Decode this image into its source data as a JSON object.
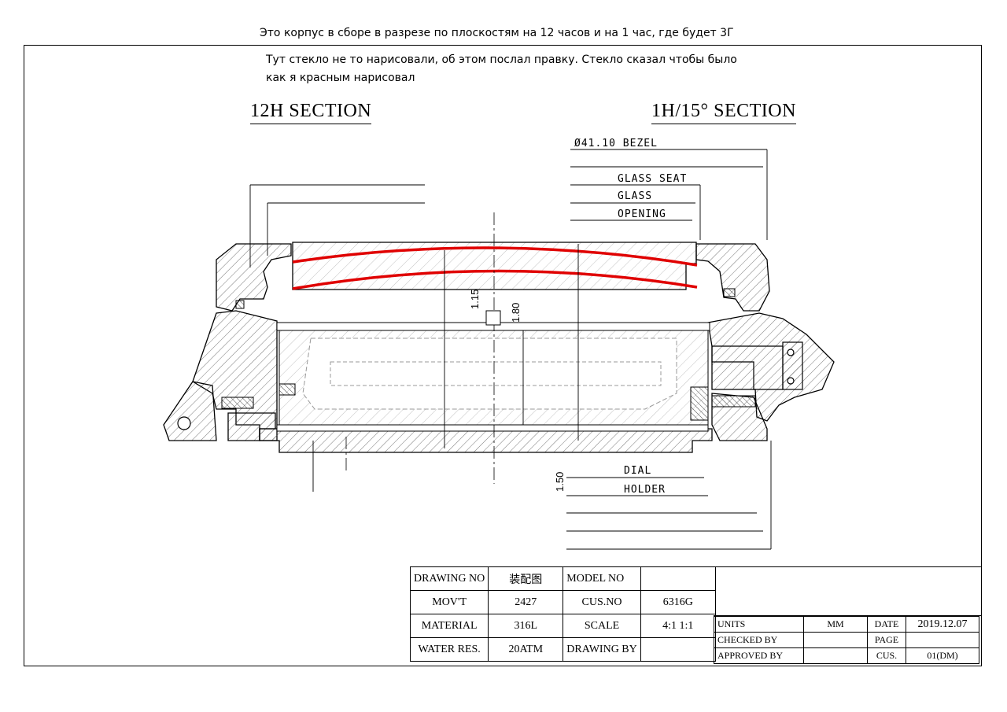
{
  "notes": {
    "top": "Это корпус в сборе в разрезе по плоскостям на 12 часов и на 1 час, где будет 3Г",
    "glass_line1": "Тут стекло не то нарисовали, об этом послал правку. Стекло сказал чтобы было",
    "glass_line2": "как я красным нарисовал"
  },
  "sections": {
    "left_title": "12H SECTION",
    "right_title": "1H/15°  SECTION"
  },
  "labels": {
    "bezel": "Ø41.10 BEZEL",
    "glass_seat": "GLASS SEAT",
    "glass": "GLASS",
    "opening": "OPENING",
    "dial": "DIAL",
    "holder": "HOLDER"
  },
  "dimensions": {
    "d1": "1.15",
    "d2": "1.80",
    "d3": "1.50"
  },
  "title_block": {
    "drawing_no_label": "DRAWING NO",
    "drawing_no_value": "装配图",
    "model_no_label": "MODEL NO",
    "model_no_value": "",
    "movt_label": "MOV'T",
    "movt_value": "2427",
    "cus_no_label": "CUS.NO",
    "cus_no_value": "6316G",
    "material_label": "MATERIAL",
    "material_value": "316L",
    "scale_label": "SCALE",
    "scale_value": "4:1 1:1",
    "water_label": "WATER RES.",
    "water_value": "20ATM",
    "drawing_by_label": "DRAWING BY",
    "drawing_by_value": "",
    "units_label": "UNITS",
    "units_value": "MM",
    "date_label": "DATE",
    "date_value": "2019.12.07",
    "checked_label": "CHECKED BY",
    "checked_value": "",
    "page_label": "PAGE",
    "page_value": "",
    "approved_label": "APPROVED BY",
    "approved_value": "",
    "cus_label": "CUS.",
    "cus_value": "01(DM)"
  },
  "colors": {
    "line": "#000000",
    "markup": "#e00000",
    "hatch": "#333333"
  }
}
